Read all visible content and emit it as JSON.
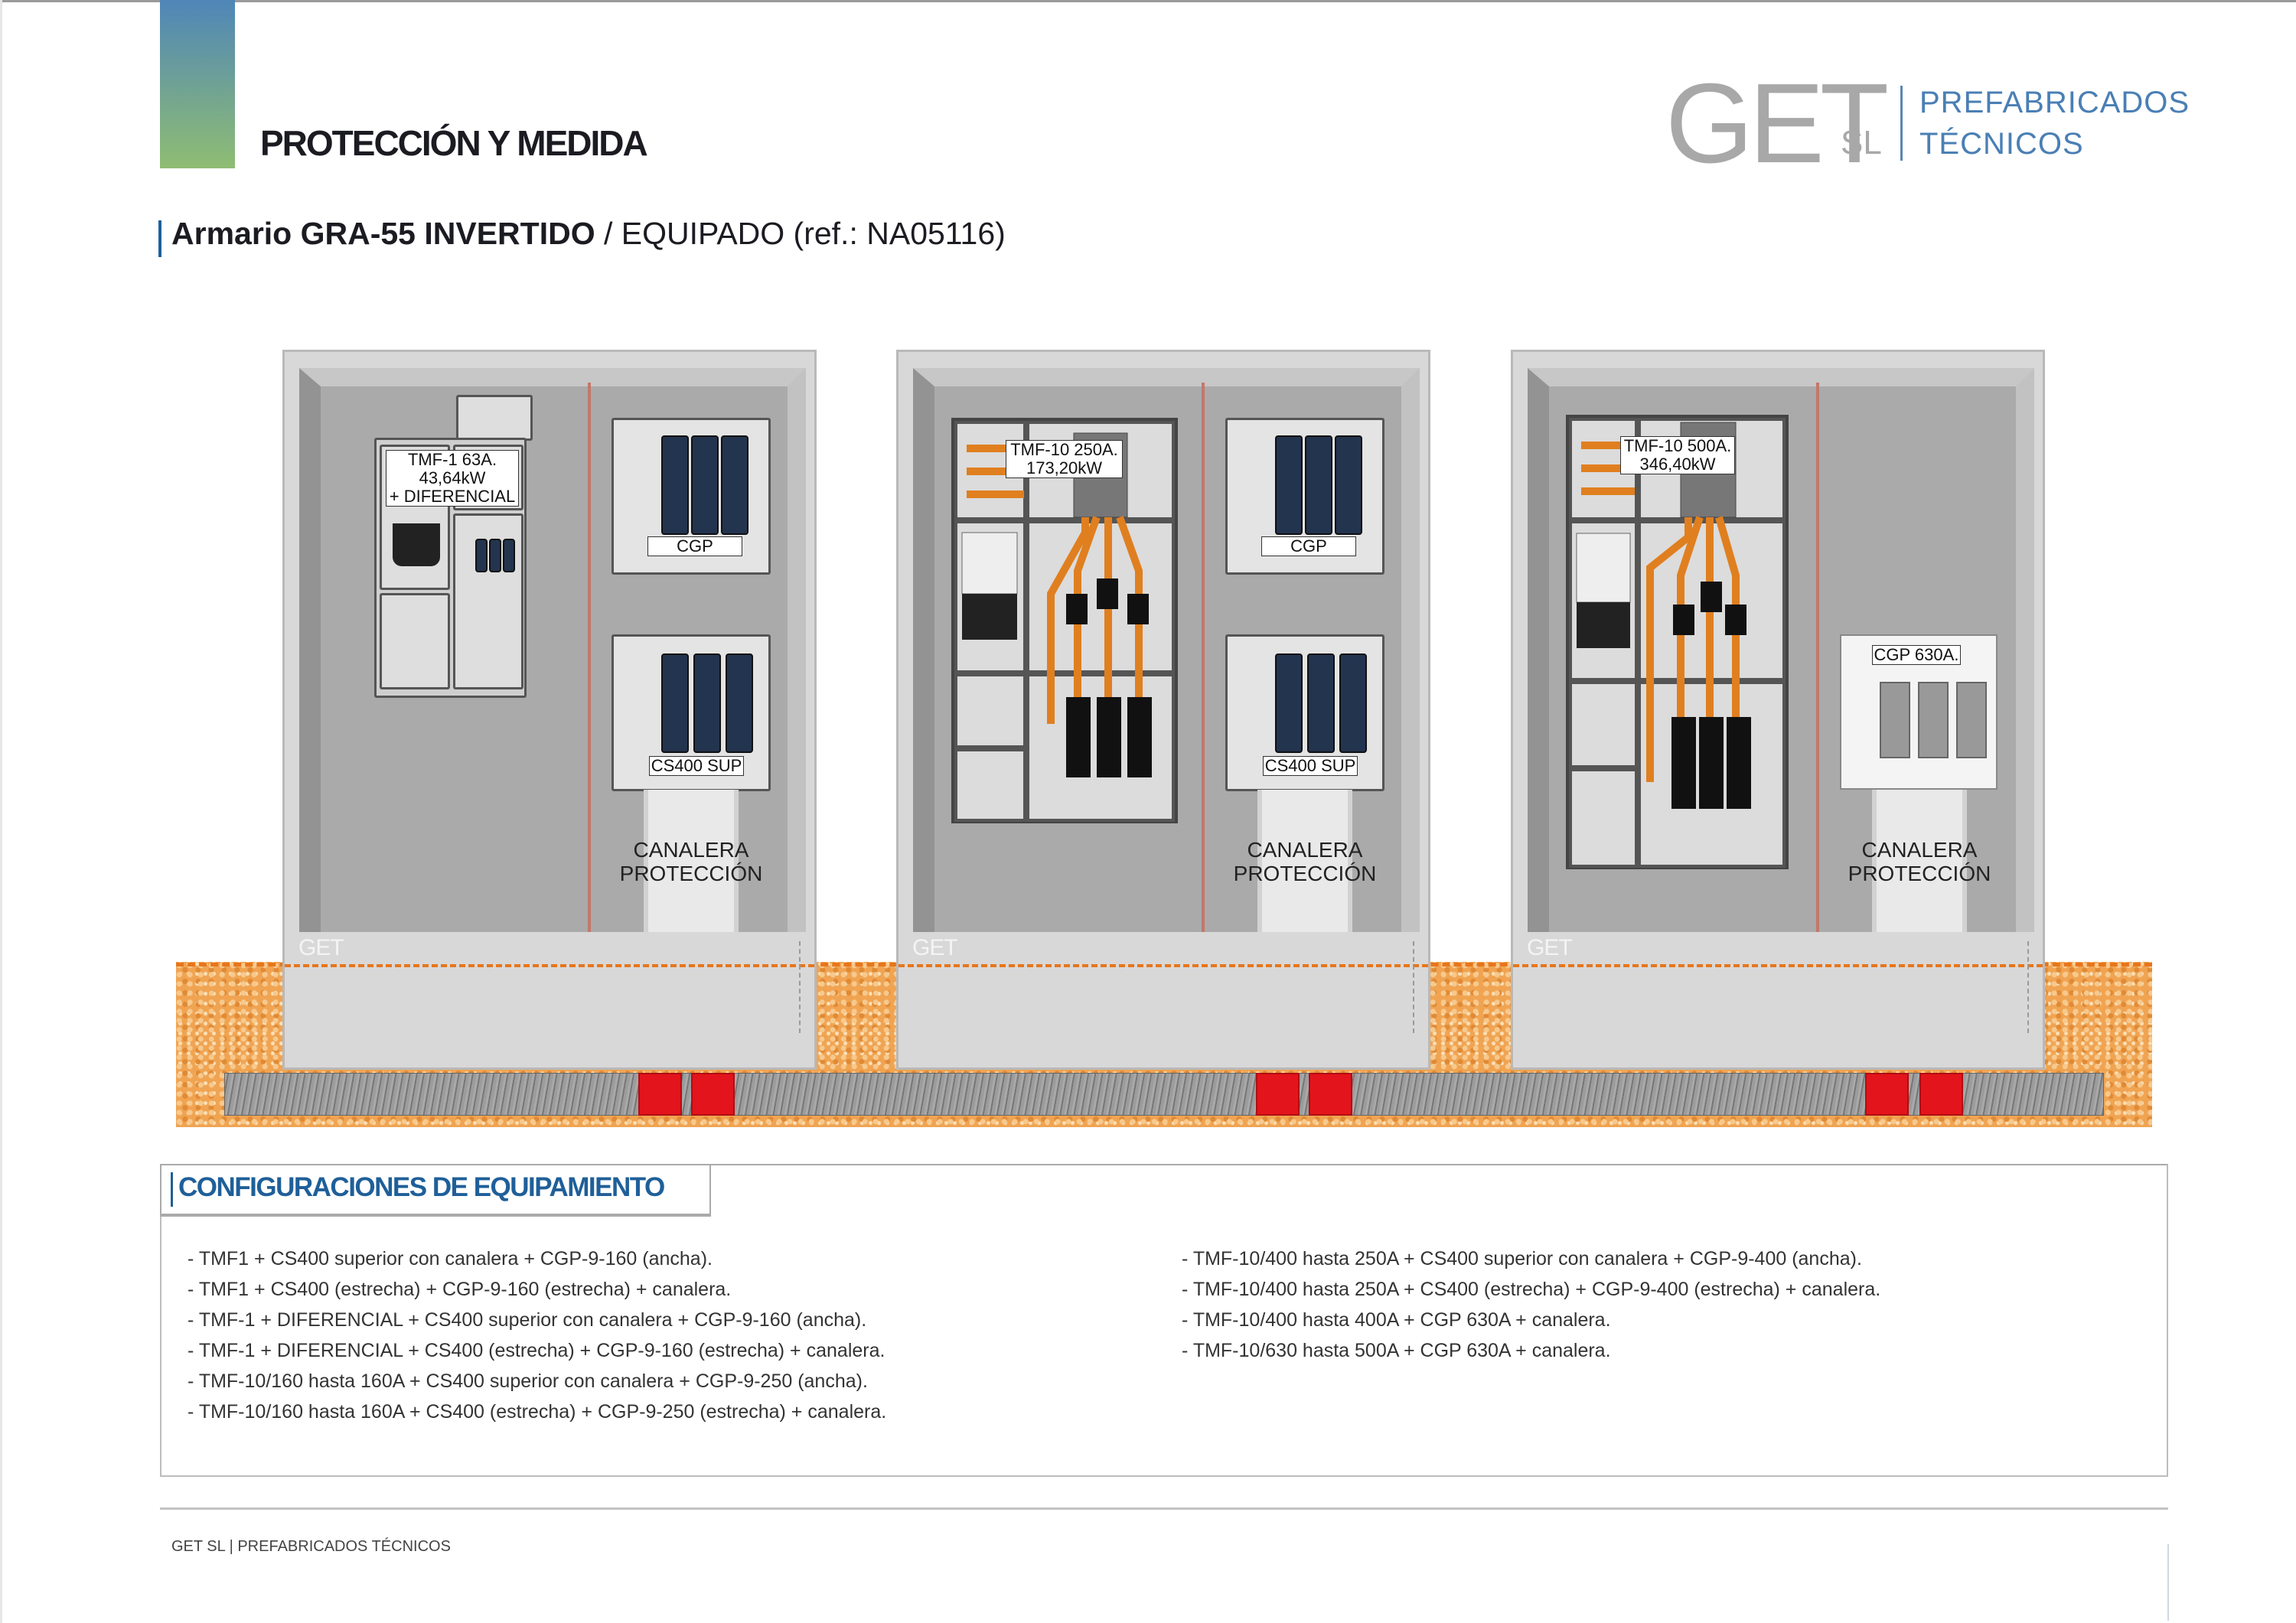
{
  "header": {
    "title": "PROTECCIÓN Y MEDIDA",
    "subtitle_bold": "Armario GRA-55 INVERTIDO",
    "subtitle_rest": " / EQUIPADO (ref.: NA05116)"
  },
  "logo": {
    "brand": "GET",
    "suffix": "SL",
    "line1": "PREFABRICADOS",
    "line2": "TÉCNICOS"
  },
  "cabinets": [
    {
      "brand": "GET",
      "equipment": [
        "TMF-1 63A.",
        "43,64kW",
        "+ DIFERENCIAL"
      ],
      "top_box": "CGP",
      "bottom_box": "CS400 SUP",
      "canalera": [
        "CANALERA",
        "PROTECCIÓN"
      ]
    },
    {
      "brand": "GET",
      "equipment": [
        "TMF-10 250A.",
        "173,20kW"
      ],
      "top_box": "CGP",
      "bottom_box": "CS400 SUP",
      "canalera": [
        "CANALERA",
        "PROTECCIÓN"
      ]
    },
    {
      "brand": "GET",
      "equipment": [
        "TMF-10 500A.",
        "346,40kW"
      ],
      "cgp_box": "CGP 630A.",
      "canalera": [
        "CANALERA",
        "PROTECCIÓN"
      ]
    }
  ],
  "configurations": {
    "title": "CONFIGURACIONES DE EQUIPAMIENTO",
    "left": [
      "- TMF1 + CS400 superior con canalera + CGP-9-160 (ancha).",
      "- TMF1 + CS400 (estrecha) + CGP-9-160 (estrecha) + canalera.",
      "- TMF-1 + DIFERENCIAL + CS400 superior con canalera + CGP-9-160 (ancha).",
      "- TMF-1 + DIFERENCIAL + CS400 (estrecha) + CGP-9-160 (estrecha) + canalera.",
      "- TMF-10/160 hasta 160A + CS400 superior con canalera + CGP-9-250 (ancha).",
      "- TMF-10/160 hasta 160A + CS400 (estrecha) + CGP-9-250 (estrecha) + canalera."
    ],
    "right": [
      "- TMF-10/400 hasta 250A + CS400 superior con canalera + CGP-9-400 (ancha).",
      "- TMF-10/400 hasta 250A + CS400 (estrecha) + CGP-9-400 (estrecha) + canalera.",
      "- TMF-10/400 hasta 400A + CGP 630A + canalera.",
      "- TMF-10/630 hasta 500A + CGP 630A + canalera."
    ]
  },
  "footer": {
    "company": "GET SL",
    "tagline": "PREFABRICADOS TÉCNICOS"
  },
  "colors": {
    "accent": "#1f5f99",
    "logo_gray": "#a8a8a8",
    "ground": "#f0a452",
    "red_blocks": "#e3141b",
    "cable": "#e07f1f"
  }
}
